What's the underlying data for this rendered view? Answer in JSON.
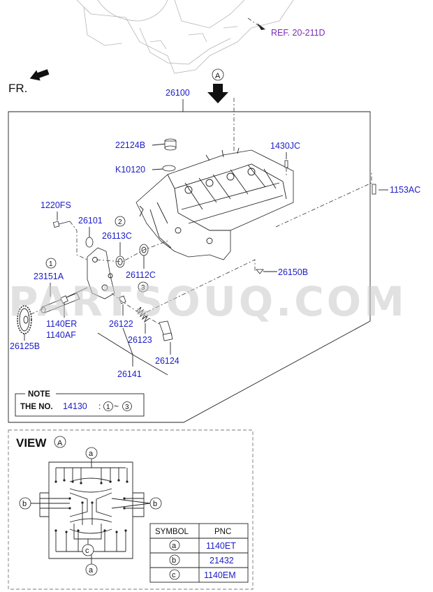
{
  "reference": {
    "label": "REF. 20-211D"
  },
  "front_label": "FR.",
  "view_marker": {
    "letter": "A"
  },
  "assembly": {
    "pnc": "26100"
  },
  "parts": {
    "p22124B": "22124B",
    "pK10120": "K10120",
    "p1430JC": "1430JC",
    "p1153AC": "1153AC",
    "p1220FS": "1220FS",
    "p26101": "26101",
    "p26113C": "26113C",
    "p26112C": "26112C",
    "p26150B": "26150B",
    "p23151A": "23151A",
    "p1140ER": "1140ER",
    "p1140AF": "1140AF",
    "p26125B": "26125B",
    "p26122": "26122",
    "p26123": "26123",
    "p26124": "26124",
    "p26141": "26141"
  },
  "callouts": {
    "c1": "1",
    "c2": "2",
    "c3": "3"
  },
  "note": {
    "title": "NOTE",
    "prefix": "THE NO.",
    "pnc": "14130",
    "range_sep": ":",
    "range_start": "1",
    "tilde": "~",
    "range_end": "3"
  },
  "view": {
    "title": "VIEW",
    "letter": "A",
    "markers": {
      "a": "a",
      "b": "b",
      "c": "c"
    }
  },
  "symbol_table": {
    "headers": [
      "SYMBOL",
      "PNC"
    ],
    "rows": [
      {
        "symbol": "a",
        "pnc": "1140ET"
      },
      {
        "symbol": "b",
        "pnc": "21432"
      },
      {
        "symbol": "c",
        "pnc": "1140EM"
      }
    ]
  },
  "colors": {
    "pnc": "#1c1cc8",
    "reference": "#7a2ab5",
    "lines": "#222222",
    "ghost": "#b5b5b5"
  },
  "watermark": "PARTSOUQ.COM"
}
